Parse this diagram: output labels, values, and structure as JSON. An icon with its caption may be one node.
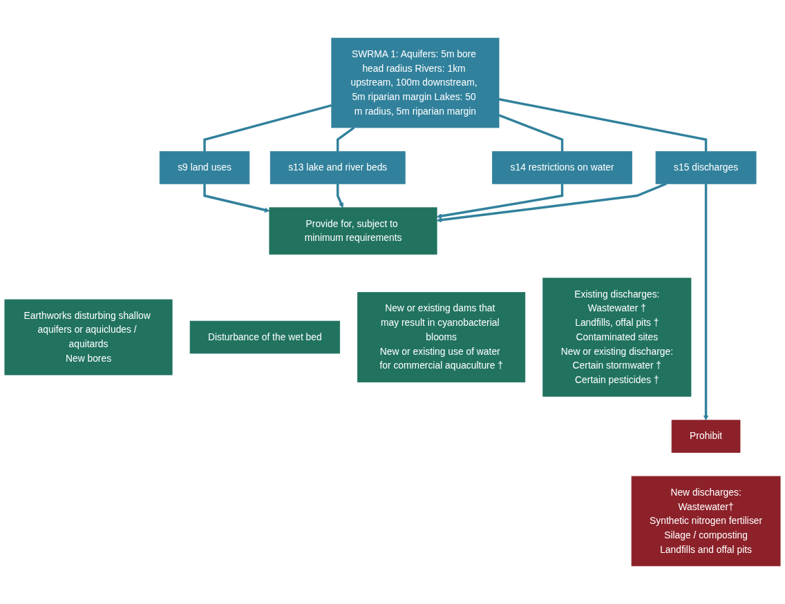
{
  "diagram": {
    "nodes": [
      {
        "text": [
          "SWRMA 1: Aquifers: 5m bore head radius Rivers: 1km upstream, 100m downstream, 5m riparian margin Lakes: 50 m radius, 5m riparian margin"
        ]
      },
      {
        "text": [
          "s9 land uses"
        ]
      },
      {
        "text": [
          "s13 lake and river beds"
        ]
      },
      {
        "text": [
          "s14 restrictions on water"
        ]
      },
      {
        "text": [
          "s15 discharges"
        ]
      },
      {
        "text": [
          "Provide for, subject to minimum requirements"
        ]
      },
      {
        "text": [
          "Earthworks disturbing shallow aquifers or aquicludes / aquitards",
          "New bores"
        ]
      },
      {
        "text": [
          "Disturbance of the wet bed"
        ]
      },
      {
        "text": [
          "New or existing dams that may result in cyanobacterial blooms",
          "New or existing use of water for commercial aquaculture †"
        ]
      },
      {
        "text": [
          "Existing discharges:",
          "Wastewater †",
          "Landfills, offal pits †",
          "Contaminated sites",
          "New or existing discharge:",
          "Certain stormwater †",
          "Certain pesticides †"
        ]
      },
      {
        "text": [
          "Prohibit"
        ]
      },
      {
        "text": [
          "New discharges:",
          "Wastewater†",
          "Synthetic nitrogen fertiliser",
          "Silage / composting",
          "Landfills and offal pits"
        ]
      }
    ],
    "edges": [
      {
        "from": 0,
        "to": 1,
        "arrow": "none"
      },
      {
        "from": 0,
        "to": 2,
        "arrow": "none"
      },
      {
        "from": 0,
        "to": 3,
        "arrow": "none"
      },
      {
        "from": 0,
        "to": 4,
        "arrow": "none"
      },
      {
        "from": 1,
        "to": 5,
        "arrow": "to"
      },
      {
        "from": 2,
        "to": 5,
        "arrow": "to"
      },
      {
        "from": 3,
        "to": 5,
        "arrow": "to"
      },
      {
        "from": 4,
        "to": 5,
        "arrow": "to"
      },
      {
        "from": 4,
        "to": 10,
        "arrow": "to"
      }
    ]
  }
}
